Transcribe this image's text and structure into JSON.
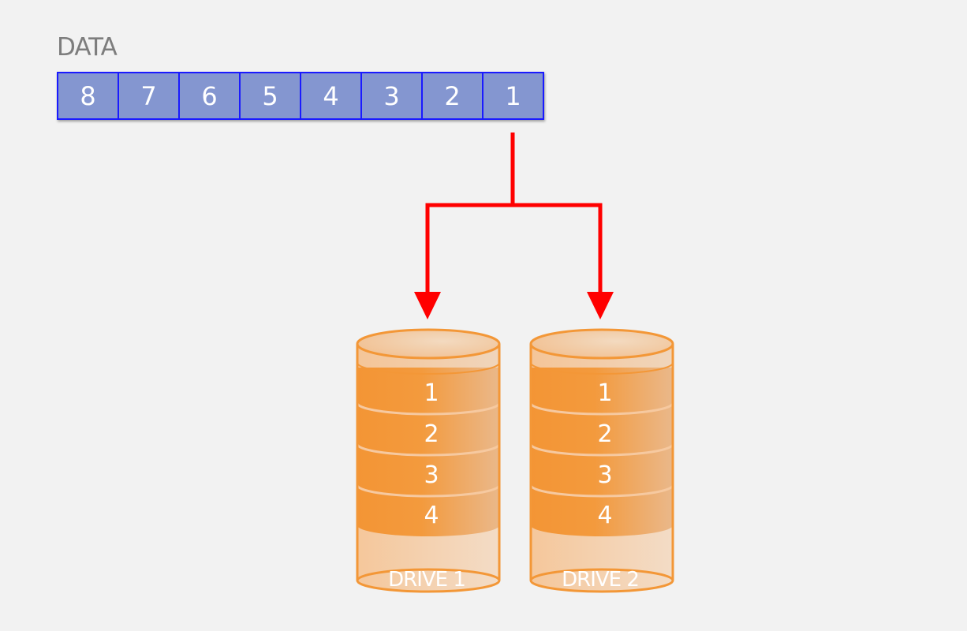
{
  "data": {
    "label": "DATA",
    "blocks": [
      "8",
      "7",
      "6",
      "5",
      "4",
      "3",
      "2",
      "1"
    ]
  },
  "drives": [
    {
      "label": "DRIVE 1",
      "blocks": [
        "1",
        "2",
        "3",
        "4"
      ]
    },
    {
      "label": "DRIVE 2",
      "blocks": [
        "1",
        "2",
        "3",
        "4"
      ]
    }
  ],
  "colors": {
    "background": "#f2f2f2",
    "data_fill": "#8496d0",
    "data_border": "#1a1aff",
    "arrow": "#ff0000",
    "drive_orange": "#f39737",
    "drive_light": "#f7cfa5"
  }
}
